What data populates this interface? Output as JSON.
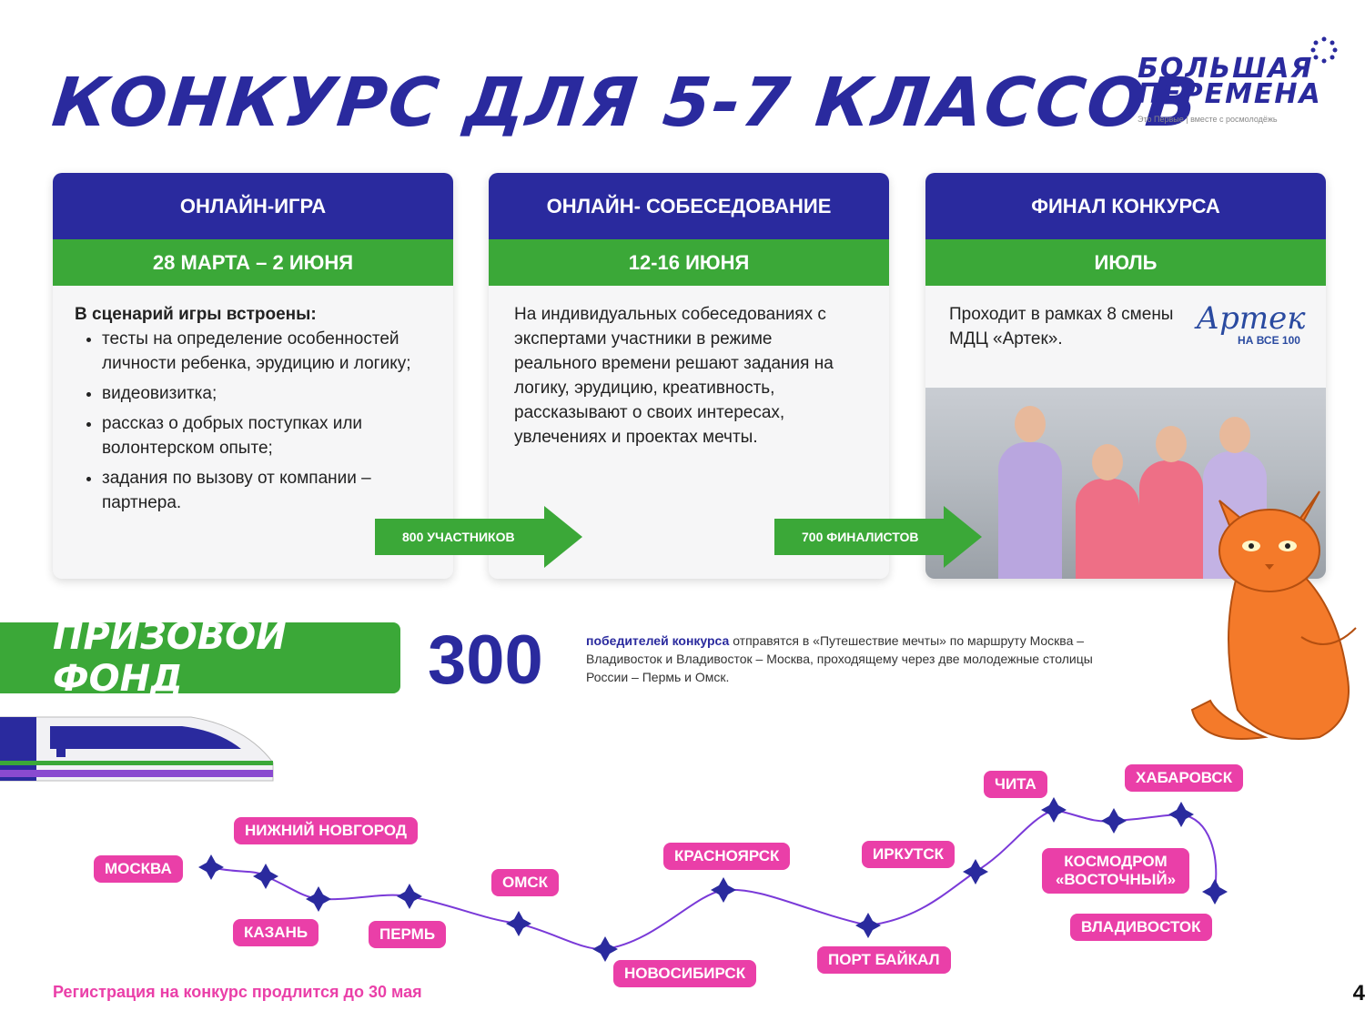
{
  "title": "КОНКУРС ДЛЯ 5-7 КЛАССОВ",
  "logo": {
    "line1": "БОЛЬШАЯ",
    "line2": "ПЕРЕМЕНА",
    "sub": "Это Первые | вместе с росмолодёжь"
  },
  "colors": {
    "blue": "#2a2a9e",
    "green": "#3ba838",
    "pink": "#ea3fa8"
  },
  "cards": [
    {
      "header": "ОНЛАЙН-ИГРА",
      "date": "28 МАРТА – 2 ИЮНЯ",
      "intro": "В сценарий игры встроены:",
      "items": [
        "тесты на определение особенностей личности ребенка, эрудицию и логику;",
        "видеовизитка;",
        "рассказ о добрых поступках или волонтерском опыте;",
        "задания по вызову от компании – партнера."
      ]
    },
    {
      "header": "ОНЛАЙН- СОБЕСЕДОВАНИЕ",
      "date": "12-16 ИЮНЯ",
      "text": "На индивидуальных собеседованиях с экспертами участники в режиме реального времени решают задания на логику, эрудицию, креативность, рассказывают о своих интересах, увлечениях и проектах мечты."
    },
    {
      "header": "ФИНАЛ КОНКУРСА",
      "date": "ИЮЛЬ",
      "text": "Проходит в рамках 8 смены МДЦ «Артек».",
      "artek_logo": "Артек",
      "artek_sub": "НА ВСЕ 100"
    }
  ],
  "arrows": [
    "800 УЧАСТНИКОВ",
    "700 ФИНАЛИСТОВ"
  ],
  "prize": {
    "label": "ПРИЗОВОЙ ФОНД",
    "number": "300",
    "bold": "победителей конкурса",
    "text": " отправятся в «Путешествие мечты» по маршруту Москва – Владивосток и Владивосток – Москва, проходящему через две молодежные столицы России – Пермь и Омск."
  },
  "route": {
    "cities": [
      "МОСКВА",
      "НИЖНИЙ НОВГОРОД",
      "КАЗАНЬ",
      "ПЕРМЬ",
      "ОМСК",
      "НОВОСИБИРСК",
      "КРАСНОЯРСК",
      "ИРКУТСК",
      "ПОРТ БАЙКАЛ",
      "ЧИТА",
      "КОСМОДРОМ «ВОСТОЧНЫЙ»",
      "ХАБАРОВСК",
      "ВЛАДИВОСТОК"
    ]
  },
  "footer": "Регистрация на конкурс продлится до 30 мая",
  "page_number": "4"
}
